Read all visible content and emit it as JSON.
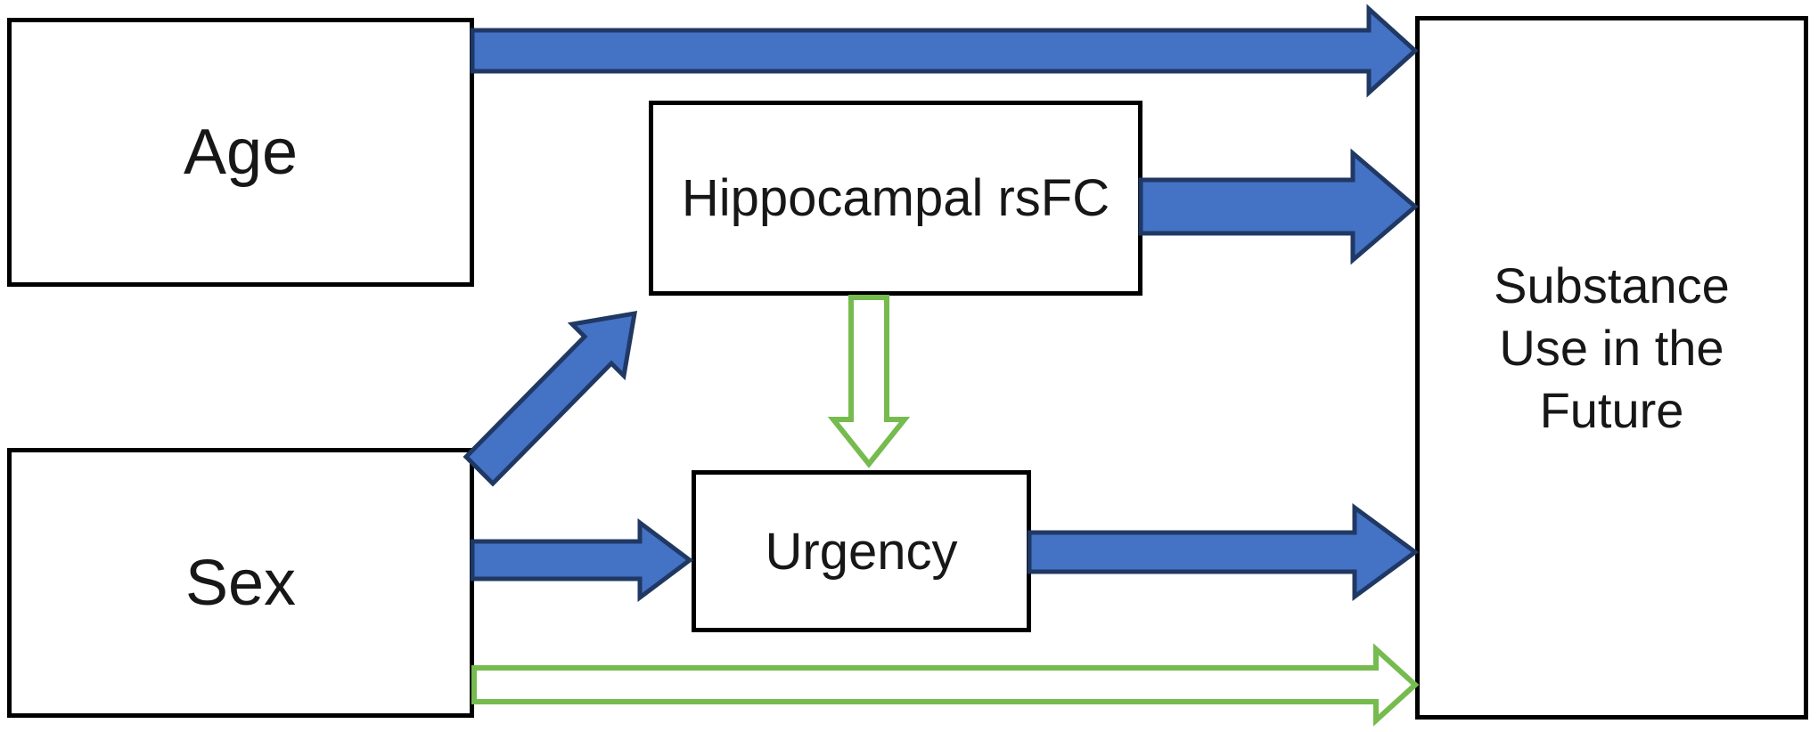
{
  "diagram": {
    "type": "path-model-flow-diagram",
    "nodes": {
      "age": {
        "label": "Age"
      },
      "sex": {
        "label": "Sex"
      },
      "hippo": {
        "label": "Hippocampal rsFC"
      },
      "urgency": {
        "label": "Urgency"
      },
      "substance": {
        "label": "Substance Use in the Future"
      }
    },
    "edges": [
      {
        "from": "Age",
        "to": "Substance Use in the Future",
        "style": "solid-blue",
        "direction": "right"
      },
      {
        "from": "Hippocampal rsFC",
        "to": "Substance Use in the Future",
        "style": "solid-blue",
        "direction": "right"
      },
      {
        "from": "Sex",
        "to": "Hippocampal rsFC",
        "style": "solid-blue",
        "direction": "up-right-diagonal"
      },
      {
        "from": "Sex",
        "to": "Urgency",
        "style": "solid-blue",
        "direction": "right"
      },
      {
        "from": "Hippocampal rsFC",
        "to": "Urgency",
        "style": "green-outline",
        "direction": "down"
      },
      {
        "from": "Urgency",
        "to": "Substance Use in the Future",
        "style": "solid-blue",
        "direction": "right"
      },
      {
        "from": "Sex",
        "to": "Substance Use in the Future",
        "style": "green-outline",
        "direction": "right"
      }
    ],
    "colors": {
      "blue_fill": "#4472C4",
      "blue_stroke": "#203864",
      "green_stroke": "#76BB4F",
      "node_fill": "#FFFFFF",
      "node_border": "#000000",
      "text": "#171717",
      "background": "#FFFFFF"
    }
  }
}
